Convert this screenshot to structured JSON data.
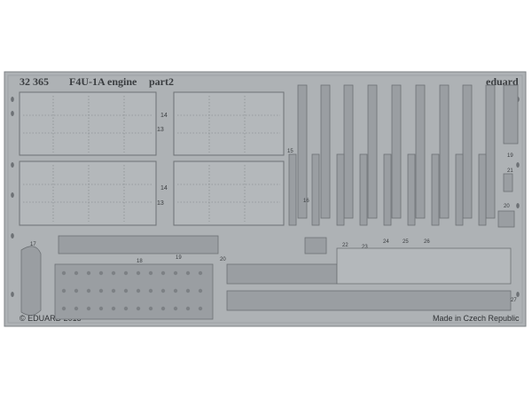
{
  "header": {
    "set_number": "32 365",
    "title": "F4U-1A engine",
    "part": "part2",
    "brand": "eduard"
  },
  "footer": {
    "copyright": "© EDUARD 2015",
    "origin": "Made in Czech Republic"
  },
  "part_numbers": {
    "p13": "13",
    "p14": "14",
    "p15": "15",
    "p16": "16",
    "p17": "17",
    "p18": "18",
    "p19": "19",
    "p20": "20",
    "p21": "21",
    "p22": "22",
    "p23": "23",
    "p24": "24",
    "p25": "25",
    "p26": "26",
    "p27": "27"
  },
  "colors": {
    "metal": "#aeb2b5",
    "metal_dark": "#8e9296",
    "line": "#6d7175",
    "background": "#ffffff"
  }
}
